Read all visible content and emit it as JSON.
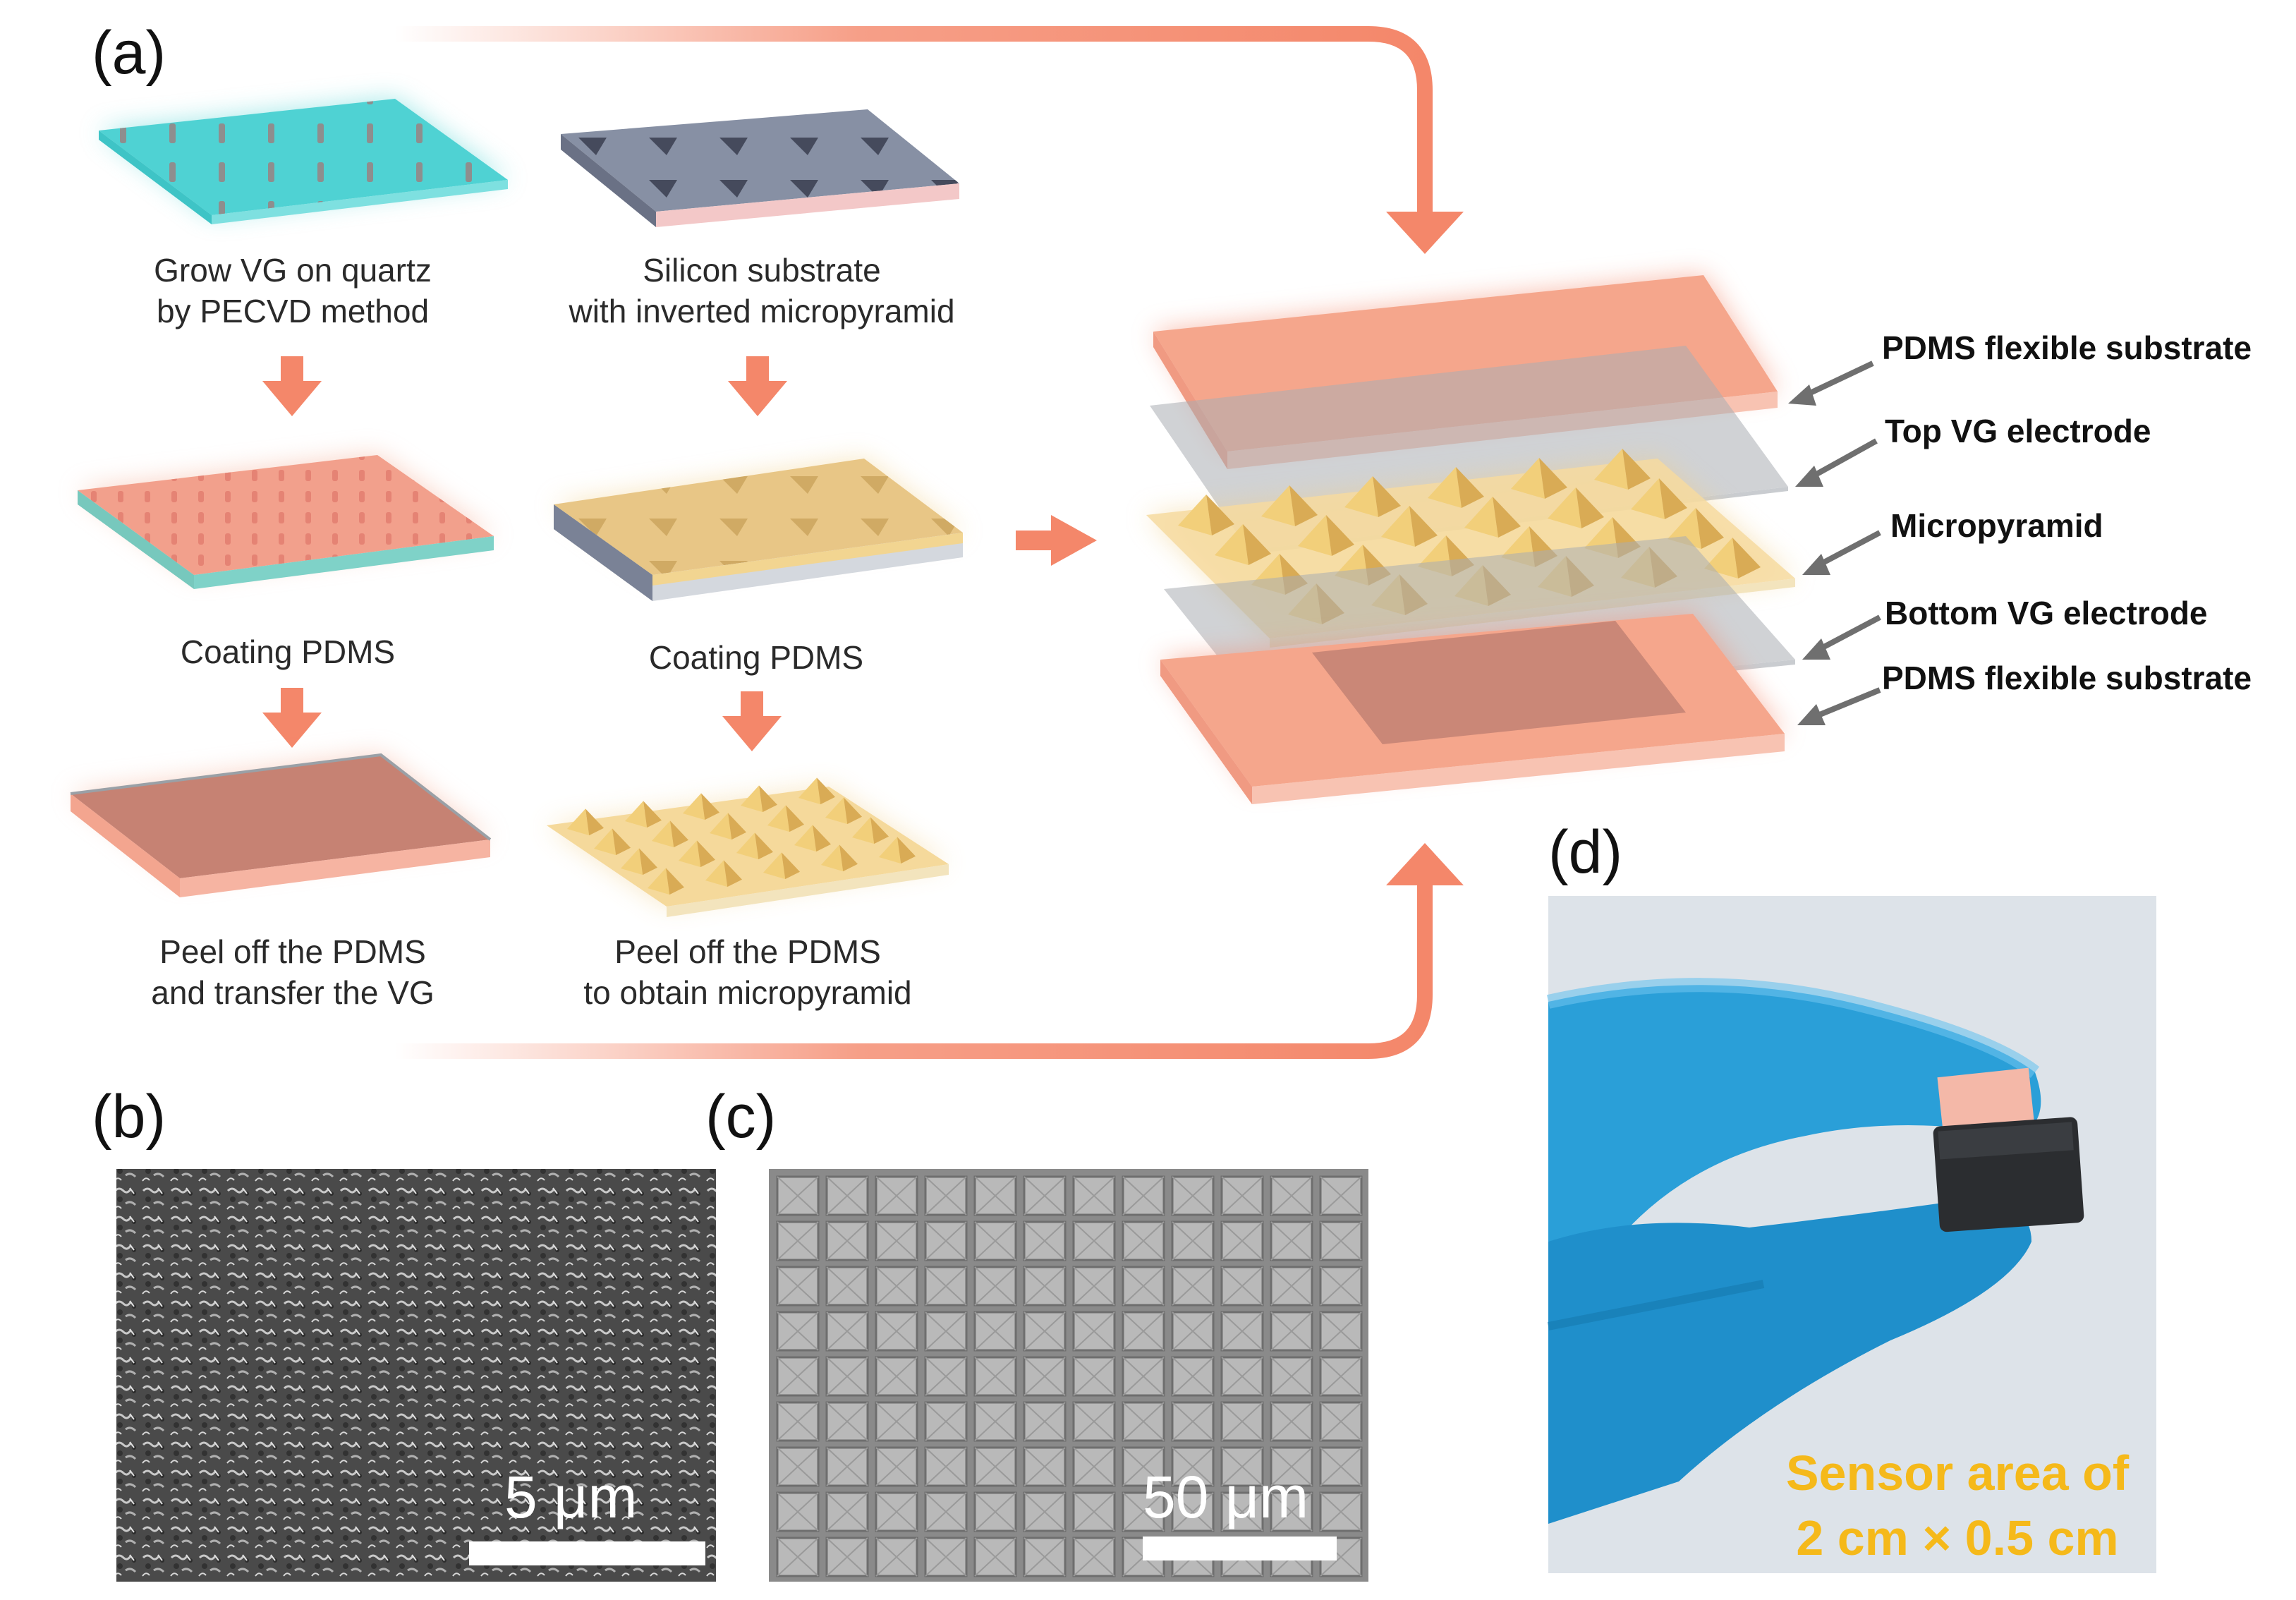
{
  "panels": {
    "a": {
      "label": "(a)",
      "steps": [
        {
          "line1": "Grow VG on quartz",
          "line2": "by PECVD method"
        },
        {
          "line1": "Silicon substrate",
          "line2": "with inverted micropyramid"
        },
        {
          "line1": "Coating PDMS"
        },
        {
          "line1": "Coating PDMS"
        },
        {
          "line1": "Peel off the PDMS",
          "line2": "and transfer the VG"
        },
        {
          "line1": "Peel off the PDMS",
          "line2": "to obtain micropyramid"
        }
      ],
      "layers": [
        "PDMS flexible substrate",
        "Top VG electrode",
        "Micropyramid",
        "Bottom VG electrode",
        "PDMS flexible substrate"
      ]
    },
    "b": {
      "label": "(b)",
      "scale": "5 μm"
    },
    "c": {
      "label": "(c)",
      "scale": "50 μm"
    },
    "d": {
      "label": "(d)",
      "caption_line1": "Sensor area of",
      "caption_line2": "2 cm × 0.5 cm"
    }
  },
  "colors": {
    "arrow": "#f4876a",
    "pdms": "#f4a88e",
    "vg_gray": "#b9bcc0",
    "pyramid": "#f2cf86",
    "quartz": "#58d6d6",
    "silicon": "#7f8698",
    "glove": "#2a9fd8",
    "sensor_text": "#f5b91a"
  }
}
